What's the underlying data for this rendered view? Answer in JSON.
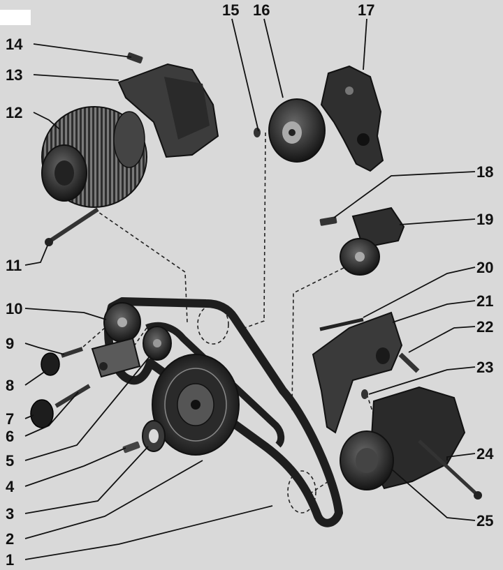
{
  "figure": {
    "background": "#d9d9d9",
    "ink": "#1a1a1a",
    "part_shade": "#4a4a4a"
  },
  "callouts": [
    {
      "id": "1",
      "text": "1"
    },
    {
      "id": "2",
      "text": "2"
    },
    {
      "id": "3",
      "text": "3"
    },
    {
      "id": "4",
      "text": "4"
    },
    {
      "id": "5",
      "text": "5"
    },
    {
      "id": "6",
      "text": "6"
    },
    {
      "id": "7",
      "text": "7"
    },
    {
      "id": "8",
      "text": "8"
    },
    {
      "id": "9",
      "text": "9"
    },
    {
      "id": "10",
      "text": "10"
    },
    {
      "id": "11",
      "text": "11"
    },
    {
      "id": "12",
      "text": "12"
    },
    {
      "id": "13",
      "text": "13"
    },
    {
      "id": "14",
      "text": "14"
    },
    {
      "id": "15",
      "text": "15"
    },
    {
      "id": "16",
      "text": "16"
    },
    {
      "id": "17",
      "text": "17"
    },
    {
      "id": "18",
      "text": "18"
    },
    {
      "id": "19",
      "text": "19"
    },
    {
      "id": "20",
      "text": "20"
    },
    {
      "id": "21",
      "text": "21"
    },
    {
      "id": "22",
      "text": "22"
    },
    {
      "id": "23",
      "text": "23"
    },
    {
      "id": "24",
      "text": "24"
    },
    {
      "id": "25",
      "text": "25"
    }
  ]
}
